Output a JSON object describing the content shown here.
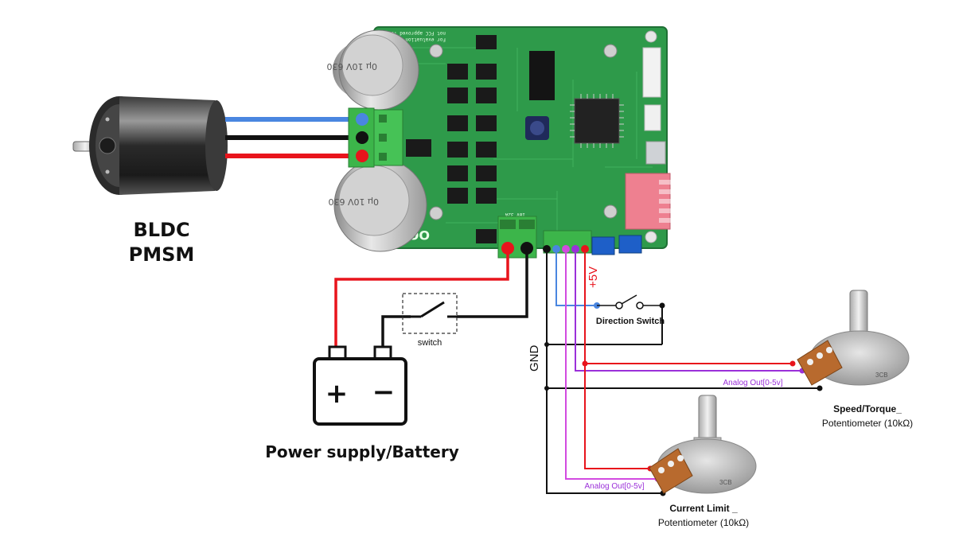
{
  "motor": {
    "line1": "BLDC",
    "line2": "PMSM"
  },
  "power": {
    "label": "Power supply/Battery",
    "switch_label": "switch",
    "plus": "+",
    "minus": "−"
  },
  "board": {
    "fcc_note_1": "not FCC approved for resale.",
    "fcc_note_2": "For evaluation only;",
    "logo": "OOS",
    "cap_text_1": "0μ\n10V\n630",
    "cap_text_2": "0μ\n10V\n630",
    "power_rating": "18V 32A"
  },
  "signals": {
    "plus5v": "+5V",
    "gnd": "GND",
    "direction_switch": "Direction Switch",
    "analog_out_1": "Analog Out[0-5v]",
    "analog_out_2": "Analog Out[0-5v]"
  },
  "pots": {
    "speed": {
      "line1": "Speed/Torque_",
      "line2": "Potentiometer (10kΩ)",
      "code": "3CB"
    },
    "current": {
      "line1": "Current Limit _",
      "line2": "Potentiometer (10kΩ)",
      "code": "3CB"
    }
  },
  "colors": {
    "red": "#e8141c",
    "black": "#111111",
    "blue": "#4a86e0",
    "purple": "#9b30d9",
    "magenta": "#d24ae0",
    "pcb": "#2e9a4a",
    "terminal": "#3cb54a"
  }
}
